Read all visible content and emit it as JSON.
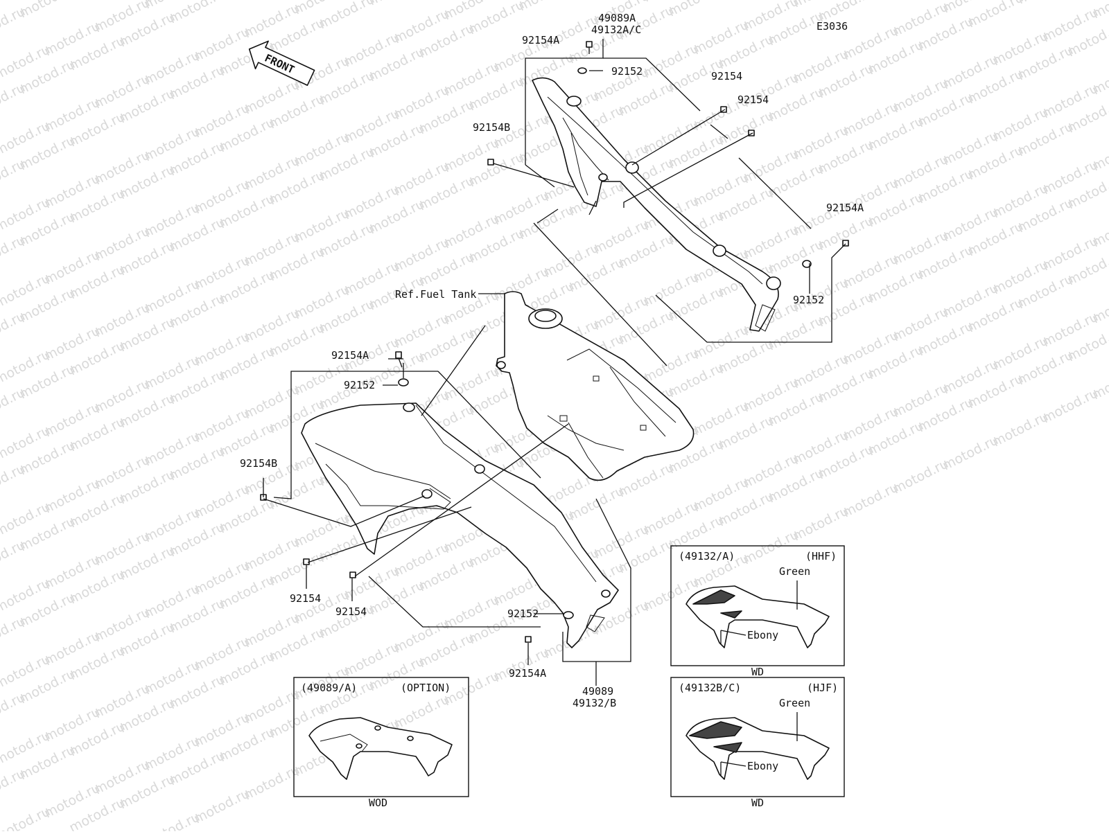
{
  "diagram": {
    "code": "E3036",
    "front_arrow": "FRONT",
    "watermark": "motod.ru",
    "ref_fuel_tank": "Ref.Fuel Tank",
    "callouts": {
      "rear_upper_a": "49089A",
      "rear_upper_b": "49132A/C",
      "bolt_top": "92154A",
      "washer_top": "92152",
      "bolt_right_1": "92154",
      "bolt_right_2": "92154",
      "bolt_left_b": "92154B",
      "bolt_far_right": "92154A",
      "washer_far_right": "92152",
      "bolt_mid": "92154A",
      "washer_mid": "92152",
      "bolt_lower_b": "92154B",
      "bolt_lower_1": "92154",
      "bolt_lower_2": "92154",
      "washer_lower": "92152",
      "bolt_lower_a": "92154A",
      "main_part_a": "49089",
      "main_part_b": "49132/B"
    },
    "insets": [
      {
        "code": "(49132/A)",
        "variant": "(HHF)",
        "color_top": "Green",
        "color_bottom": "Ebony",
        "model": "WD"
      },
      {
        "code": "(49132B/C)",
        "variant": "(HJF)",
        "color_top": "Green",
        "color_bottom": "Ebony",
        "model": "WD"
      },
      {
        "code": "(49089/A)",
        "variant": "(OPTION)",
        "model": "WOD"
      }
    ]
  }
}
